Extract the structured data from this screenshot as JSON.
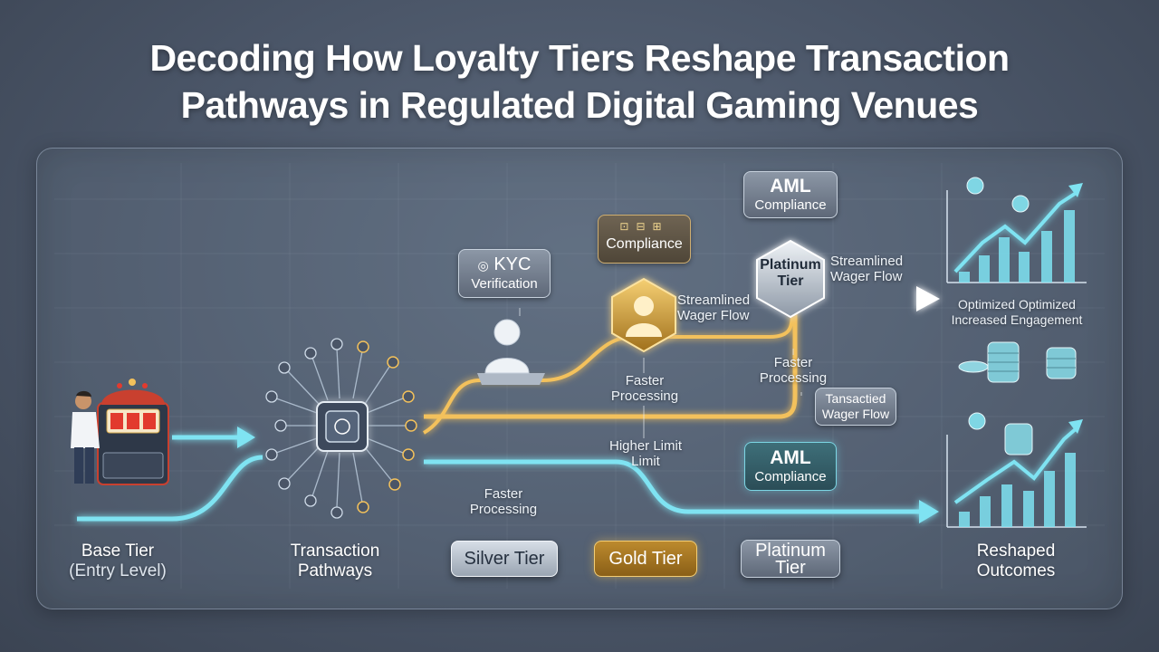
{
  "title": {
    "line1": "Decoding How Loyalty Tiers Reshape Transaction",
    "line2": "Pathways in Regulated Digital Gaming Venues"
  },
  "stages": {
    "base": {
      "name": "Base Tier",
      "sub": "(Entry Level)"
    },
    "pathways": {
      "line1": "Transaction",
      "line2": "Pathways"
    },
    "outcomes": {
      "line1": "Reshaped",
      "line2": "Outcomes"
    }
  },
  "tiers": {
    "silver": "Silver Tier",
    "gold": "Gold Tier",
    "platinum_line1": "Platinum",
    "platinum_line2": "Tier"
  },
  "badges": {
    "kyc_line1": "KYC",
    "kyc_line2": "Verification",
    "compliance_gold": "Compliance",
    "aml_top_line1": "AML",
    "aml_top_line2": "Compliance",
    "aml_bottom_line1": "AML",
    "aml_bottom_line2": "Compliance",
    "platinum_hex_line1": "Platinum",
    "platinum_hex_line2": "Tier",
    "transacted_line1": "Tansactied",
    "transacted_line2": "Wager Flow"
  },
  "annotations": {
    "streamlined_gold_line1": "Streamlined",
    "streamlined_gold_line2": "Wager Flow",
    "streamlined_plat_line1": "Streamlined",
    "streamlined_plat_line2": "Wager Flow",
    "faster_gold_line1": "Faster",
    "faster_gold_line2": "Processing",
    "faster_plat_line1": "Faster",
    "faster_plat_line2": "Processing",
    "higher_line1": "Higher Limit",
    "higher_line2": "Limit",
    "faster_silver_line1": "Faster",
    "faster_silver_line2": "Processing",
    "optimized_line1": "Optimized Optimized",
    "optimized_line2": "Increased Engagement"
  },
  "colors": {
    "teal": "#7fe3f2",
    "gold": "#f3c15b",
    "silver": "#e6edf4",
    "background": "#4a5567"
  },
  "icons": [
    "slot-machine-icon",
    "circuit-chip-icon",
    "user-icon",
    "fingerprint-icon",
    "gold-user-hex-icon",
    "platinum-hex-icon",
    "bar-chart-icon",
    "coin-stack-icon",
    "arrow-icon"
  ]
}
